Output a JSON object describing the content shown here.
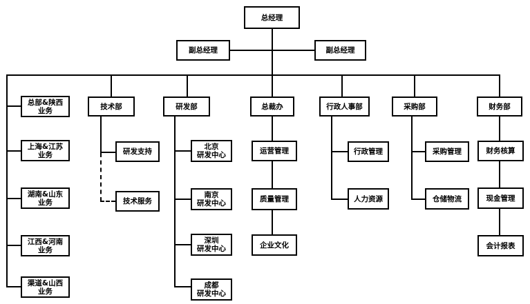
{
  "org": {
    "ceo": "总经理",
    "vp_left": "副总经理",
    "vp_right": "副总经理",
    "departments": [
      {
        "name": "",
        "children": [
          "总部&陕西\n业务",
          "上海&江苏\n业务",
          "湖南&山东\n业务",
          "江西&河南\n业务",
          "渠道&山西\n业务"
        ]
      },
      {
        "name": "技术部",
        "children": [
          "研发支持",
          "技术服务"
        ]
      },
      {
        "name": "研发部",
        "children": [
          "北京\n研发中心",
          "南京\n研发中心",
          "深圳\n研发中心",
          "成都\n研发中心"
        ]
      },
      {
        "name": "总裁办",
        "children": [
          "运营管理",
          "质量管理",
          "企业文化"
        ]
      },
      {
        "name": "行政人事部",
        "children": [
          "行政管理",
          "人力资源"
        ]
      },
      {
        "name": "采购部",
        "children": [
          "采购管理",
          "仓储物流"
        ]
      },
      {
        "name": "财务部",
        "children": [
          "财务核算",
          "现金管理",
          "会计报表"
        ]
      }
    ]
  }
}
